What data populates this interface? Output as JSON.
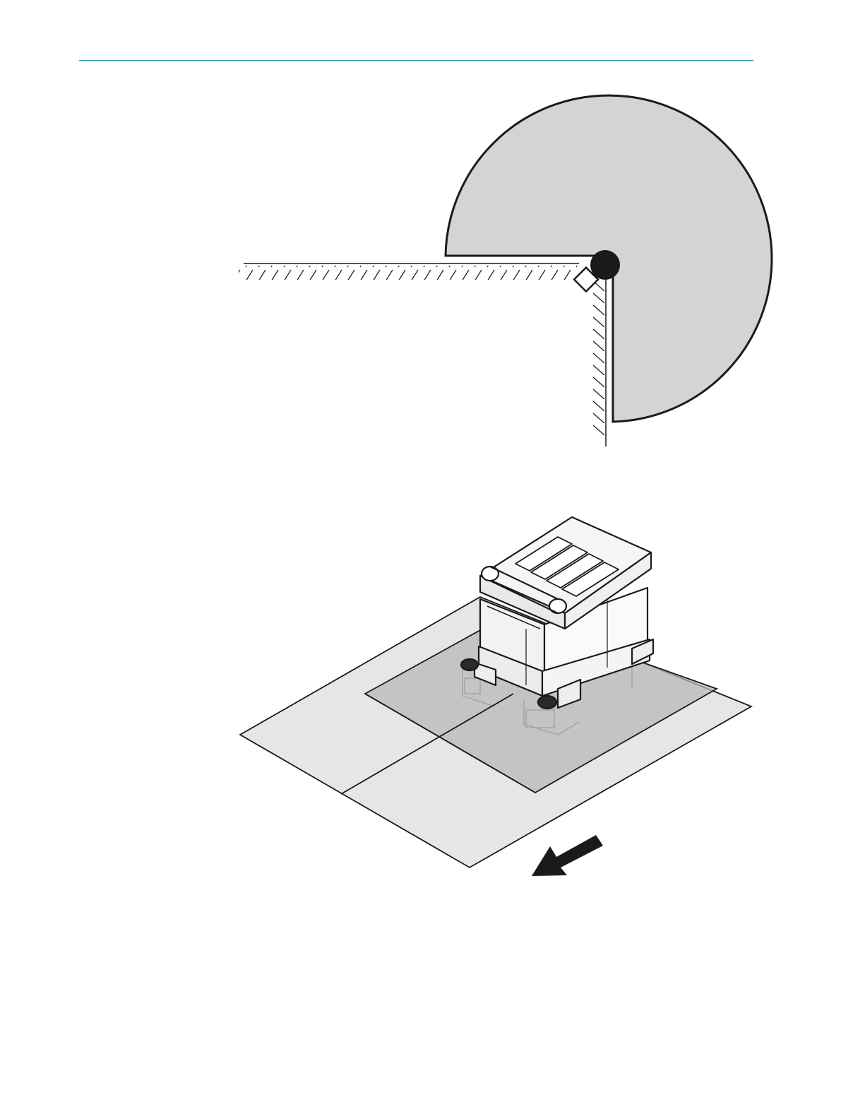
{
  "colors": {
    "accent_rule": "#1e8fbf",
    "sector_fill": "#d4d4d4",
    "floor_light": "#e6e6e6",
    "floor_dark": "#b8b8b8",
    "ink": "#1a1a1a"
  },
  "figures": [
    {
      "name": "sensor-coverage-sector-diagram",
      "sweep_degrees": 270
    },
    {
      "name": "robot-protective-field-diagram",
      "arrow": "direction-of-travel-arrow-icon"
    }
  ]
}
